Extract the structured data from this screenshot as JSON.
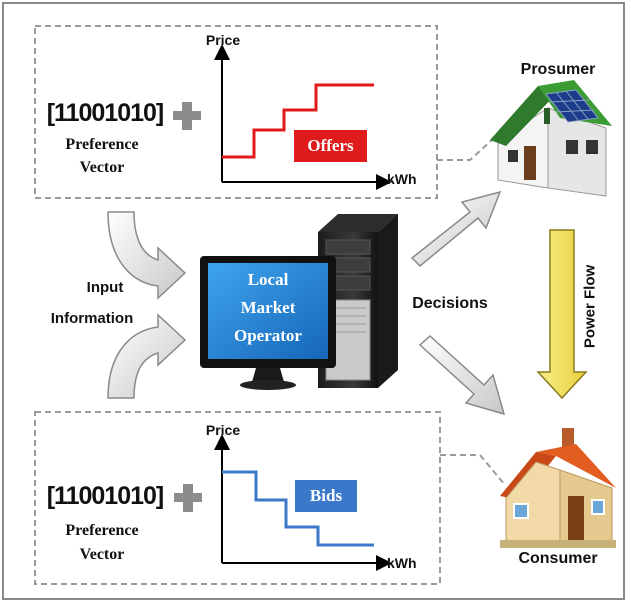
{
  "top_panel": {
    "binary": "[11001010]",
    "pref_line1": "Preference",
    "pref_line2": "Vector",
    "y_axis": "Price",
    "x_axis": "kWh",
    "tag": "Offers"
  },
  "bottom_panel": {
    "binary": "[11001010]",
    "pref_line1": "Preference",
    "pref_line2": "Vector",
    "y_axis": "Price",
    "x_axis": "kWh",
    "tag": "Bids"
  },
  "input_label_line1": "Input",
  "input_label_line2": "Information",
  "operator_line1": "Local",
  "operator_line2": "Market",
  "operator_line3": "Operator",
  "decisions_label": "Decisions",
  "power_flow_label": "Power Flow",
  "prosumer_label": "Prosumer",
  "consumer_label": "Consumer",
  "colors": {
    "offers": "#e01b1b",
    "bids": "#3b78c9",
    "power_arrow": "#f2e25a",
    "screen": "#1f7fd0"
  }
}
